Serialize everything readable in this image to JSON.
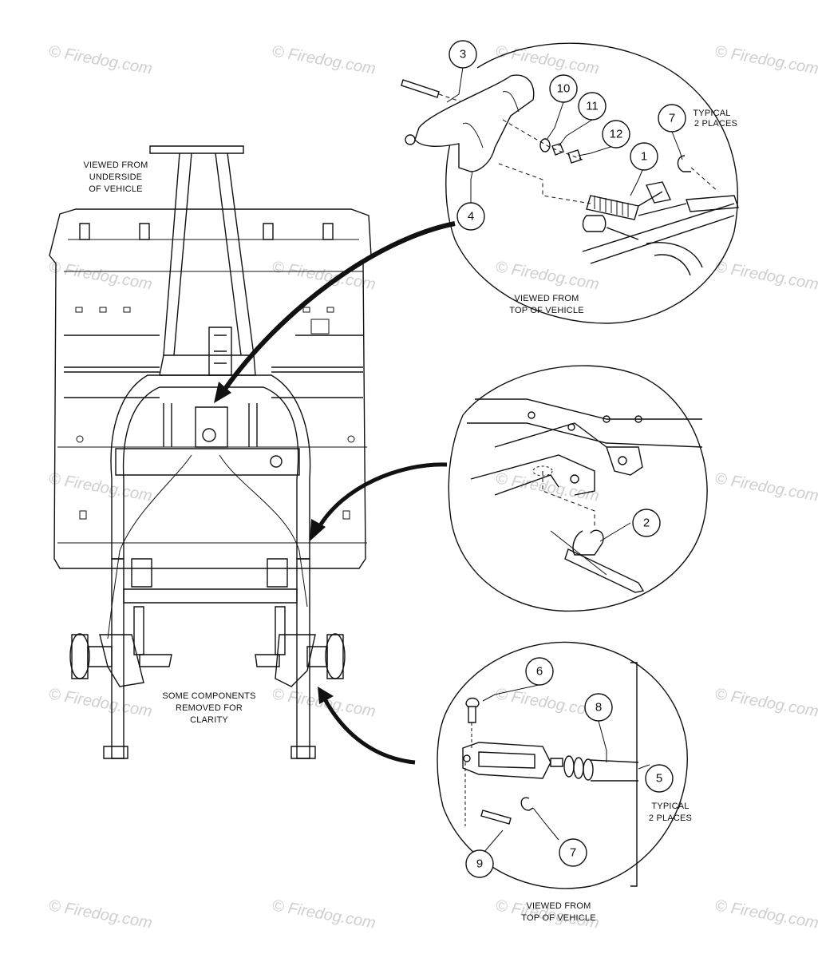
{
  "watermark": "© Firedog.com",
  "labels": {
    "underside": [
      "VIEWED FROM",
      "UNDERSIDE",
      "OF VEHICLE"
    ],
    "top_view_1": [
      "VIEWED FROM",
      "TOP OF VEHICLE"
    ],
    "typical_1": [
      "TYPICAL",
      "2 PLACES"
    ],
    "components_removed": [
      "SOME COMPONENTS",
      "REMOVED FOR",
      "CLARITY"
    ],
    "typical_2": [
      "TYPICAL",
      "2 PLACES"
    ],
    "top_view_2": [
      "VIEWED FROM",
      "TOP OF VEHICLE"
    ]
  },
  "callouts": {
    "c1": "1",
    "c2": "2",
    "c3": "3",
    "c4": "4",
    "c5": "5",
    "c6": "6",
    "c7a": "7",
    "c7b": "7",
    "c8": "8",
    "c9": "9",
    "c10": "10",
    "c11": "11",
    "c12": "12"
  }
}
